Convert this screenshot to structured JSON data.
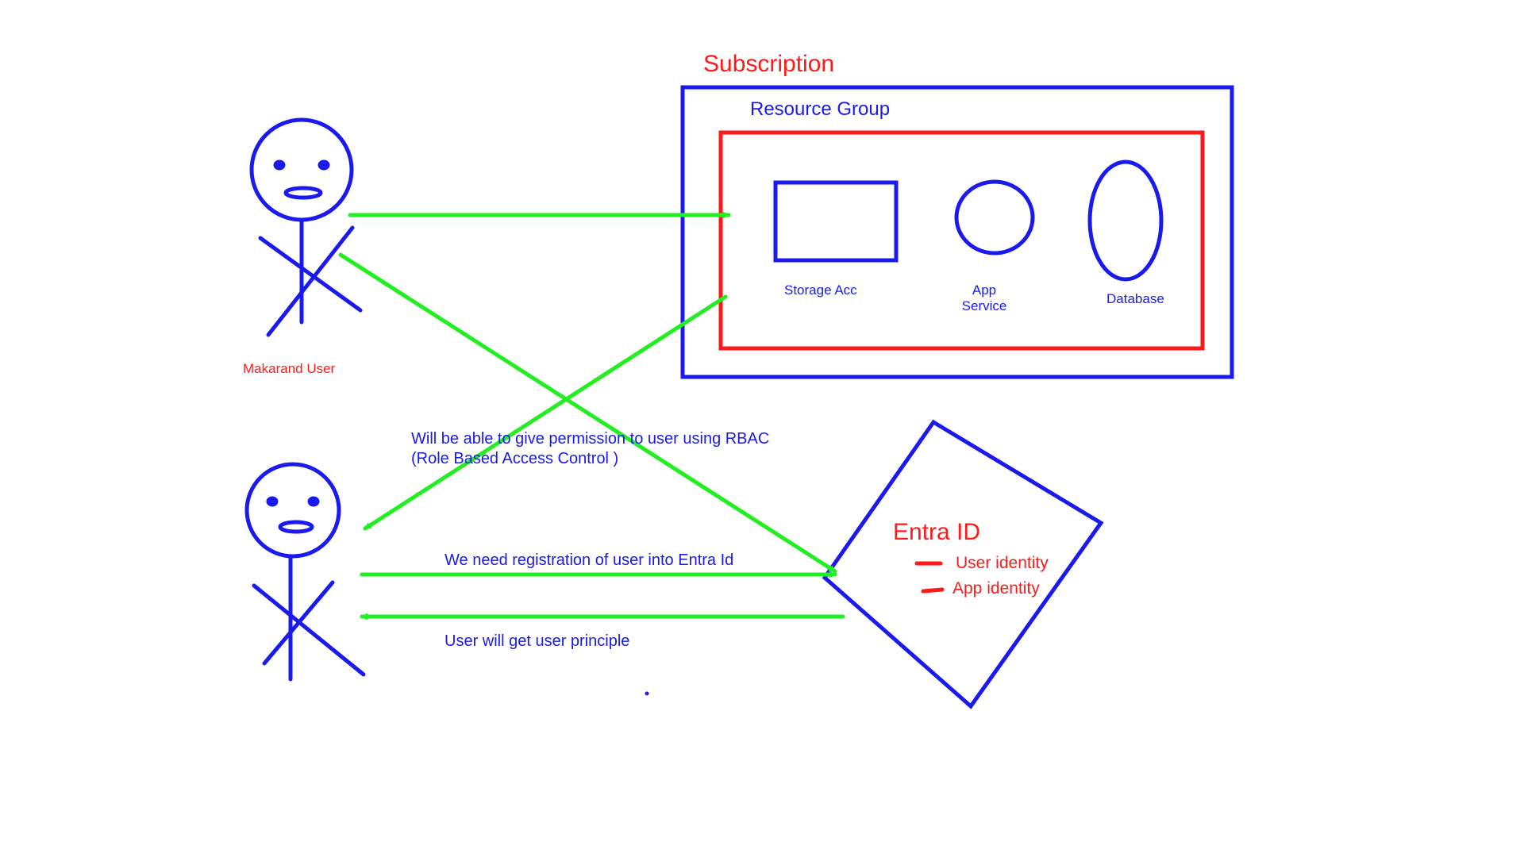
{
  "diagram": {
    "subscription": {
      "label": "Subscription"
    },
    "resource_group": {
      "label": "Resource Group"
    },
    "resources": {
      "storage": "Storage Acc",
      "app_service": "App Service",
      "database": "Database"
    },
    "actors": {
      "admin": "Makarand User",
      "new_user": ""
    },
    "notes": {
      "rbac": "Will be able to give permission to user using RBAC (Role Based Access Control )",
      "registration": "We need registration of user into Entra Id",
      "principle": "User will get user principle"
    },
    "entra": {
      "title": "Entra ID",
      "items": [
        "User identity",
        "App identity"
      ]
    }
  },
  "colors": {
    "stroke_blue": "#1a1aee",
    "stroke_red": "#ff1a1a",
    "arrow_green": "#22ee22"
  }
}
